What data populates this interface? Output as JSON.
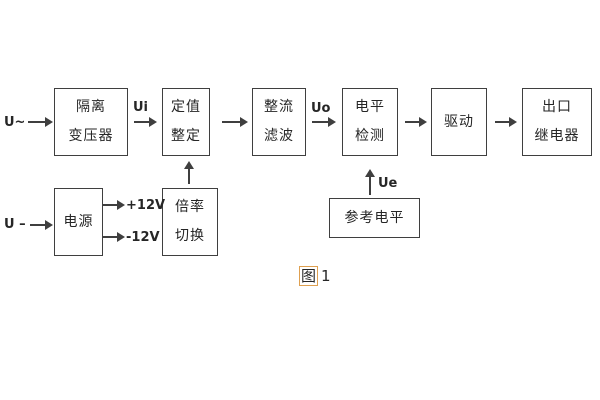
{
  "figure": {
    "caption": {
      "prefix": "图",
      "number": "1"
    },
    "inputs": {
      "ac_label": "U~",
      "dc_label": "U –"
    },
    "signal_labels": {
      "ui": "Ui",
      "uo": "Uo",
      "ue": "Ue"
    },
    "power_labels": {
      "positive": "+12V",
      "negative": "-12V"
    },
    "blocks": {
      "isolation_transformer": {
        "line1": "隔离",
        "line2": "变压器"
      },
      "setting_adjustment": {
        "line1": "定值",
        "line2": "整定"
      },
      "rectifier_filter": {
        "line1": "整流",
        "line2": "滤波"
      },
      "level_detection": {
        "line1": "电平",
        "line2": "检测"
      },
      "drive": {
        "line1": "驱动"
      },
      "output_relay": {
        "line1": "出口",
        "line2": "继电器"
      },
      "power_supply": {
        "line1": "电源"
      },
      "ratio_switching": {
        "line1": "倍率",
        "line2": "切换"
      },
      "reference_level": {
        "line1": "参考电平"
      }
    },
    "colors": {
      "line": "#3f3f3f",
      "text": "#262626",
      "background": "#ffffff",
      "caption_highlight": "#dfa050"
    }
  }
}
